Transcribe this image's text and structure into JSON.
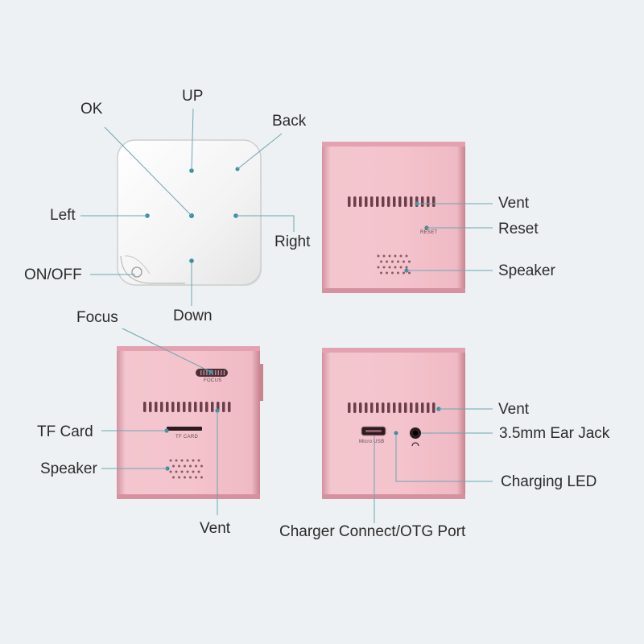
{
  "labels": {
    "top_left": {
      "ok": "OK",
      "up": "UP",
      "back": "Back",
      "left": "Left",
      "right": "Right",
      "on_off": "ON/OFF",
      "down": "Down"
    },
    "top_right": {
      "vent": "Vent",
      "reset": "Reset",
      "speaker": "Speaker"
    },
    "bottom_left": {
      "focus": "Focus",
      "tf_card": "TF Card",
      "speaker": "Speaker",
      "vent": "Vent"
    },
    "bottom_right": {
      "vent": "Vent",
      "ear_jack": "3.5mm Ear Jack",
      "charging_led": "Charging LED",
      "charger_port": "Charger Connect/OTG Port"
    }
  },
  "printed": {
    "reset": "RESET",
    "focus": "FOCUS",
    "tf_card": "TF CARD",
    "micro_usb": "Micro USB"
  },
  "colors": {
    "background": "#eef1f3",
    "body_pink": "#f0bcc6",
    "edge_pink": "#dc9aa8",
    "line": "#6aa6b3",
    "dot": "#3d8fa3",
    "text": "#2b2b2b"
  }
}
